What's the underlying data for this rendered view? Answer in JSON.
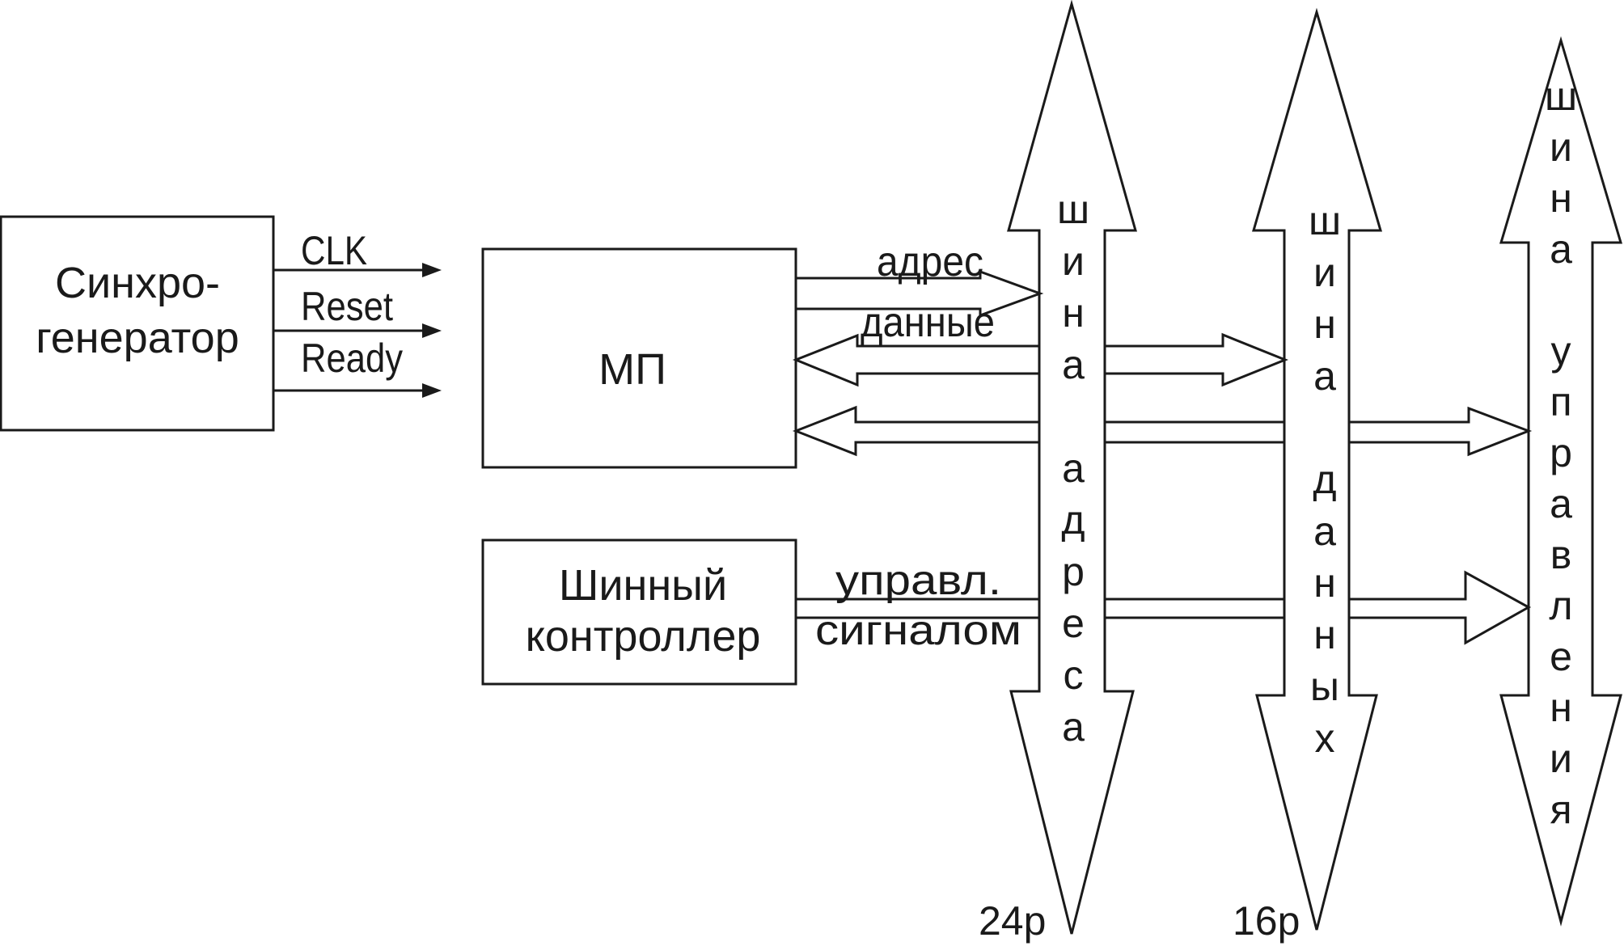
{
  "blocks": {
    "sync_gen": {
      "line1": "Синхро-",
      "line2": "генератор"
    },
    "mp": {
      "label": "МП"
    },
    "bus_ctrl": {
      "line1": "Шинный",
      "line2": "контроллер"
    }
  },
  "signals": {
    "clk": "CLK",
    "reset": "Reset",
    "ready": "Ready"
  },
  "flows": {
    "address": "адрес",
    "data": "данные",
    "control_line1": "управл.",
    "control_line2": "сигналом"
  },
  "buses": {
    "address": {
      "label": "шина адреса",
      "width": "24р"
    },
    "data": {
      "label": "шина данных",
      "width": "16р"
    },
    "control": {
      "label": "шина управления"
    }
  }
}
